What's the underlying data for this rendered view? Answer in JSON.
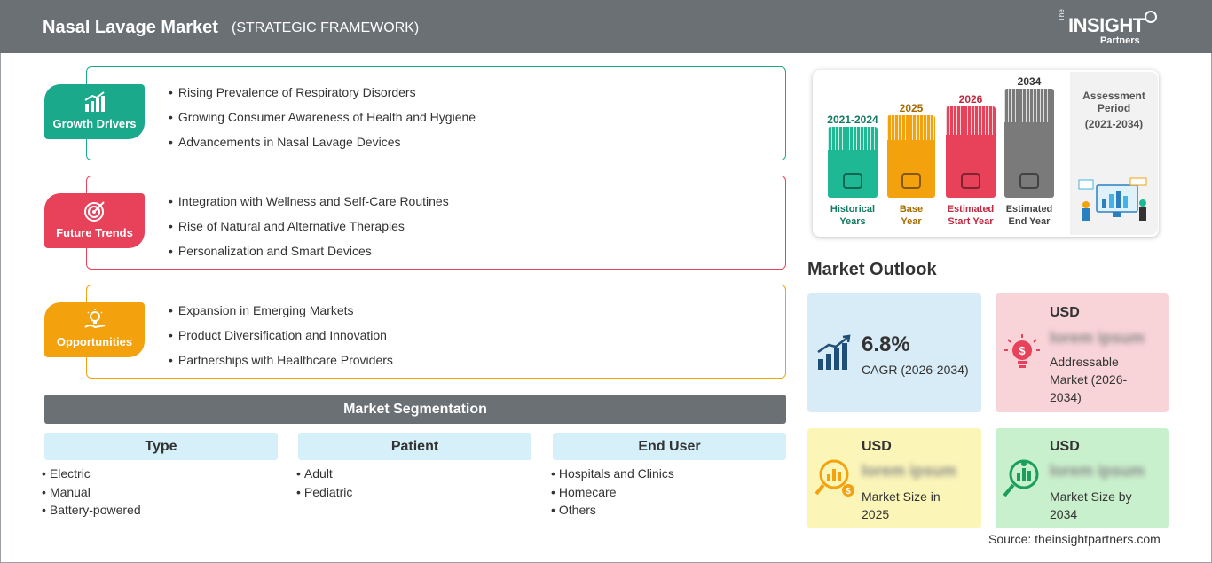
{
  "header": {
    "title": "Nasal Lavage Market",
    "subtitle": "(STRATEGIC FRAMEWORK)"
  },
  "logo": {
    "the": "The",
    "insight": "INSIGHT",
    "partners": "Partners"
  },
  "framework": {
    "growth_drivers": {
      "label": "Growth Drivers",
      "color": "#1aa98a",
      "items": [
        "Rising Prevalence of Respiratory Disorders",
        "Growing Consumer Awareness of Health and Hygiene",
        "Advancements in Nasal Lavage Devices"
      ]
    },
    "future_trends": {
      "label": "Future Trends",
      "color": "#e8425a",
      "items": [
        "Integration with Wellness and Self-Care Routines",
        "Rise of Natural and Alternative Therapies",
        "Personalization and Smart Devices"
      ]
    },
    "opportunities": {
      "label": "Opportunities",
      "color": "#f3a20e",
      "items": [
        "Expansion in Emerging Markets",
        "Product Diversification and Innovation",
        "Partnerships with Healthcare Providers"
      ]
    }
  },
  "segmentation": {
    "title": "Market Segmentation",
    "columns": [
      {
        "title": "Type",
        "items": [
          "Electric",
          "Manual",
          "Battery-powered"
        ]
      },
      {
        "title": "Patient",
        "items": [
          "Adult",
          "Pediatric"
        ]
      },
      {
        "title": "End User",
        "items": [
          "Hospitals and Clinics",
          "Homecare",
          "Others"
        ]
      }
    ]
  },
  "timeline": {
    "periods": [
      {
        "year": "2021-2024",
        "caption_1": "Historical",
        "caption_2": "Years",
        "color": "#1fb894",
        "text_color": "#157a62"
      },
      {
        "year": "2025",
        "caption_1": "Base",
        "caption_2": "Year",
        "color": "#f3a20e",
        "text_color": "#a56a00"
      },
      {
        "year": "2026",
        "caption_1": "Estimated",
        "caption_2": "Start Year",
        "color": "#e8425a",
        "text_color": "#c0283f"
      },
      {
        "year": "2034",
        "caption_1": "Estimated",
        "caption_2": "End Year",
        "color": "#7a7a7a",
        "text_color": "#444444"
      }
    ],
    "assessment_title_1": "Assessment",
    "assessment_title_2": "Period",
    "assessment_period": "(2021-2034)"
  },
  "outlook": {
    "title": "Market Outlook",
    "cagr": {
      "value": "6.8%",
      "label": "CAGR (2026-2034)",
      "bg": "#d7ecf6"
    },
    "addressable": {
      "currency": "USD",
      "value": "lorem ipsum",
      "label_1": "Addressable",
      "label_2": "Market (2026-",
      "label_3": "2034)",
      "bg": "#f8d3d8"
    },
    "size_2025": {
      "currency": "USD",
      "value": "lorem ipsum",
      "label_1": "Market Size in",
      "label_2": "2025",
      "bg": "#fbf5b8"
    },
    "size_2034": {
      "currency": "USD",
      "value": "lorem ipsum",
      "label_1": "Market Size by",
      "label_2": "2034",
      "bg": "#c9f0cc"
    }
  },
  "source": "Source: theinsightpartners.com"
}
